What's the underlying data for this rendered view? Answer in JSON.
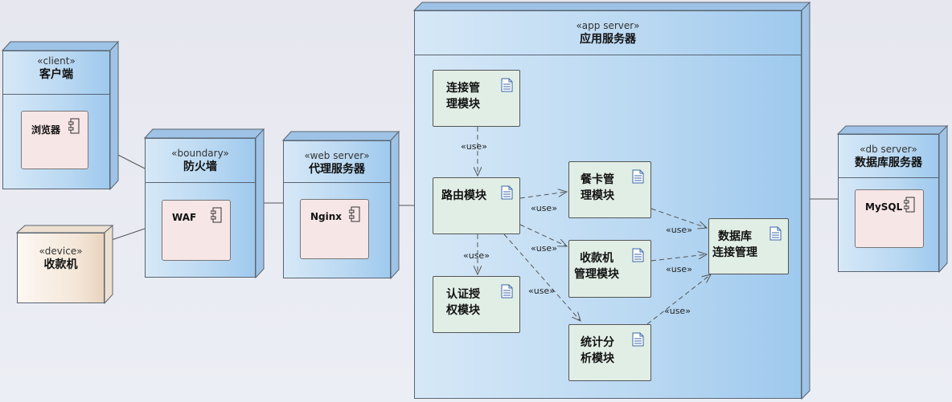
{
  "nodes": {
    "client": {
      "stereotype": "«client»",
      "name": "客户端",
      "component": "浏览器"
    },
    "device": {
      "stereotype": "«device»",
      "name": "收款机"
    },
    "firewall": {
      "stereotype": "«boundary»",
      "name": "防火墙",
      "component": "WAF"
    },
    "web": {
      "stereotype": "«web server»",
      "name": "代理服务器",
      "component": "Nginx"
    },
    "app": {
      "stereotype": "«app server»",
      "name": "应用服务器"
    },
    "db": {
      "stereotype": "«db server»",
      "name": "数据库服务器",
      "component": "MySQL"
    }
  },
  "modules": {
    "conn": "连接管\n理模块",
    "route": "路由模块",
    "auth": "认证授\n权模块",
    "card": "餐卡管\n理模块",
    "pos": "收款机\n管理模块",
    "stats": "统计分\n析模块",
    "dbconn": "数据库\n连接管理"
  },
  "use_label": "«use»",
  "colors": {
    "node_blue": "#b9d8f2",
    "module_green": "#e1eee5",
    "component_pink": "#f7e6e6",
    "line": "#555555"
  }
}
